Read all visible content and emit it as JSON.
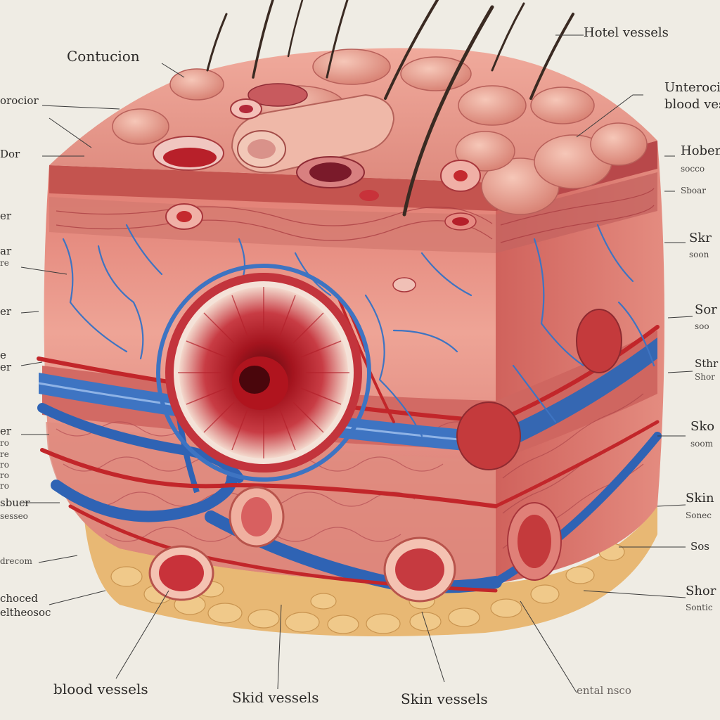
{
  "labels": {
    "contusion": "Contucion",
    "hotel_vessels": "Hotel vessels",
    "untreated_1": "Unteroci",
    "untreated_2": "blood vessels",
    "blood_vessels_bottom": "blood vessels",
    "skid_vessels": "Skid vessels",
    "skin_vessels": "Skin vessels",
    "bottom_right": "ental nsco",
    "left_1": "orocior",
    "left_2": "Dor",
    "left_3": "er",
    "left_4": "ar",
    "left_5": "re",
    "left_6": "er",
    "left_7": "e",
    "left_8": "er",
    "left_9": "er",
    "left_10": "ro",
    "left_11": "re",
    "left_12": "ro",
    "left_13": "ro",
    "left_14": "ro",
    "left_15": "sbucr",
    "left_16": "sesseo",
    "left_17": "drecom",
    "left_18": "choced",
    "left_19": "eltheosoc",
    "right_1": "Hoben",
    "right_2": "socco",
    "right_3": "Sboar",
    "right_4": "Skr",
    "right_5": "soon",
    "right_6": "Sor",
    "right_7": "soo",
    "right_8": "Sthr",
    "right_9": "Shor",
    "right_10": "Sko",
    "right_11": "soom",
    "right_12": "Skin",
    "right_13": "Sonec",
    "right_14": "Sos",
    "right_15": "Shor",
    "right_16": "Sontic"
  },
  "colors": {
    "background": "#efece4",
    "skin": "#e69a8e",
    "skin_light": "#f2b8ac",
    "dermis": "#cf6a66",
    "vessel_red": "#c2262a",
    "vessel_blue": "#3e74c2",
    "fat": "#e8b874",
    "hair": "#3a2a22",
    "leader": "#3a3a3a"
  }
}
